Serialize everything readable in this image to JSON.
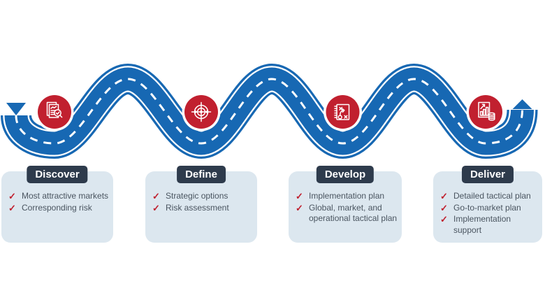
{
  "colors": {
    "road_blue": "#1768b3",
    "accent_red": "#c1202f",
    "header_navy": "#2e3b4c",
    "card_bg": "#dce7ef",
    "body_text": "#4a5560",
    "check_red": "#c01f2e",
    "white": "#ffffff"
  },
  "icons": {
    "check": "✓",
    "milestones": [
      "document-search-icon",
      "target-icon",
      "strategy-playbook-icon",
      "report-chart-coins-icon"
    ]
  },
  "phases": [
    {
      "title": "Discover",
      "icon": "document-search-icon",
      "items": [
        "Most attractive markets",
        "Corresponding risk"
      ]
    },
    {
      "title": "Define",
      "icon": "target-icon",
      "items": [
        "Strategic options",
        "Risk assessment"
      ]
    },
    {
      "title": "Develop",
      "icon": "strategy-playbook-icon",
      "items": [
        "Implementation plan",
        "Global, market, and operational tactical plan"
      ]
    },
    {
      "title": "Deliver",
      "icon": "report-chart-coins-icon",
      "items": [
        "Detailed tactical plan",
        "Go-to-market plan",
        "Implementation support"
      ]
    }
  ]
}
